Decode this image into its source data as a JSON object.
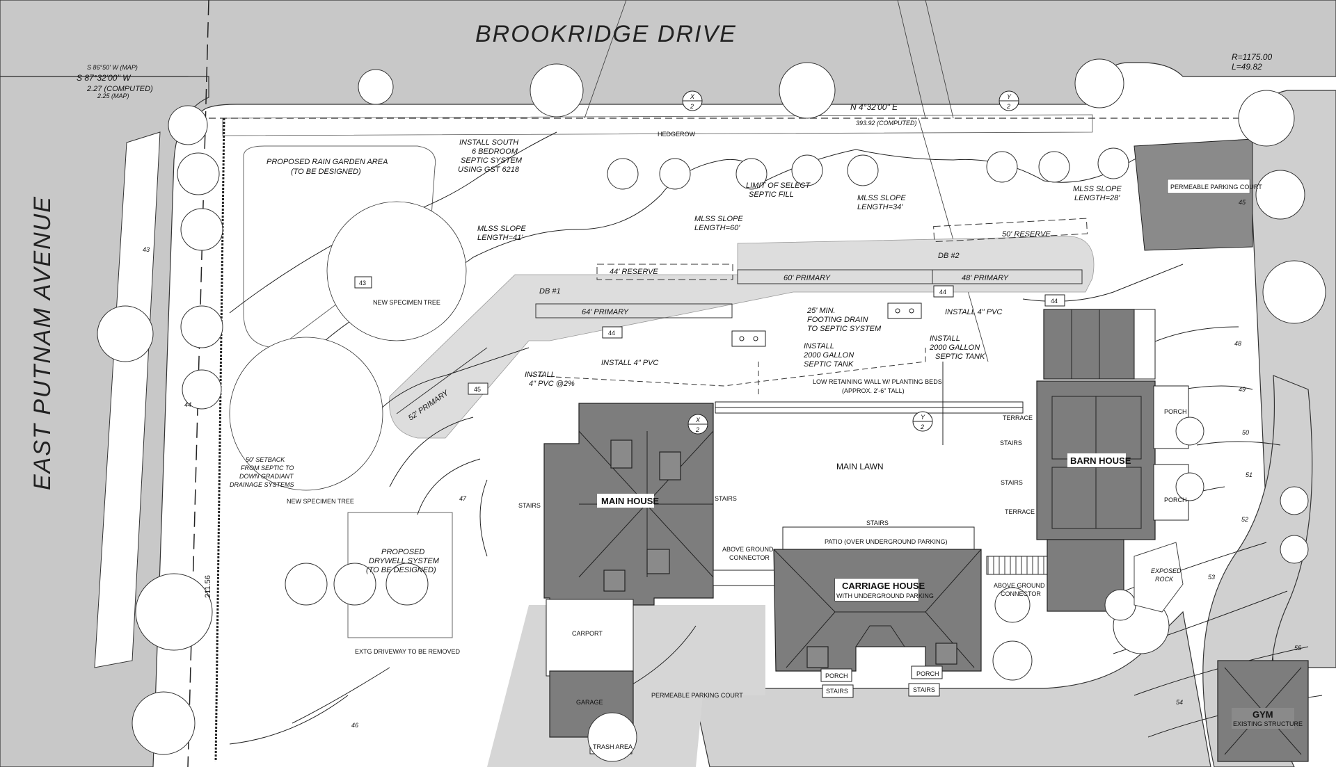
{
  "streets": {
    "north": "BROOKRIDGE DRIVE",
    "west": "EAST PUTNAM AVENUE"
  },
  "survey": {
    "bearing_map": "S 86°50' W (MAP)",
    "bearing_main": "S 87°32'00\" W",
    "dist_computed": "2.27 (COMPUTED)",
    "dist_map": "2.25 (MAP)",
    "north_bearing": "N 4°32'00\" E",
    "north_dist": "393.92 (COMPUTED)",
    "curve_r": "R=1175.00",
    "curve_l": "L=49.82",
    "west_dist": "211.56"
  },
  "labels": {
    "rain_garden_1": "PROPOSED RAIN GARDEN AREA",
    "rain_garden_2": "(TO BE DESIGNED)",
    "septic_1": "INSTALL SOUTH",
    "septic_2": "6 BEDROOM",
    "septic_3": "SEPTIC SYSTEM",
    "septic_4": "USING GST 6218",
    "hedgerow": "HEDGEROW",
    "limit_1": "LIMIT OF SELECT",
    "limit_2": "SEPTIC FILL",
    "mlss41_1": "MLSS SLOPE",
    "mlss41_2": "LENGTH=41'",
    "mlss60_1": "MLSS SLOPE",
    "mlss60_2": "LENGTH=60'",
    "mlss34_1": "MLSS SLOPE",
    "mlss34_2": "LENGTH=34'",
    "mlss28_1": "MLSS SLOPE",
    "mlss28_2": "LENGTH=28'",
    "reserve44": "44'  RESERVE",
    "reserve50": "50'  RESERVE",
    "primary60": "60' PRIMARY",
    "primary48": "48' PRIMARY",
    "primary64": "64' PRIMARY",
    "primary52": "52' PRIMARY",
    "db1": "DB #1",
    "db2": "DB #2",
    "pvc4_a": "INSTALL 4\" PVC",
    "pvc4_b": "INSTALL 4\" PVC",
    "pvc4_c1": "INSTALL",
    "pvc4_c2": "4\" PVC @2%",
    "footing_1": "25' MIN.",
    "footing_2": "FOOTING DRAIN",
    "footing_3": "TO SEPTIC SYSTEM",
    "tank_a1": "INSTALL",
    "tank_a2": "2000 GALLON",
    "tank_a3": "SEPTIC TANK",
    "tank_b1": "INSTALL",
    "tank_b2": "2000 GALLON",
    "tank_b3": "SEPTIC TANK",
    "wall_1": "LOW RETAINING WALL W/ PLANTING BEDS",
    "wall_2": "(APPROX. 2'-6\" TALL)",
    "specimen_1": "NEW SPECIMEN TREE",
    "specimen_2": "NEW SPECIMEN TREE",
    "setback_1": "50' SETBACK",
    "setback_2": "FROM SEPTIC TO",
    "setback_3": "DOWN GRADIANT",
    "setback_4": "DRAINAGE SYSTEMS",
    "drywell_1": "PROPOSED",
    "drywell_2": "DRYWELL SYSTEM",
    "drywell_3": "(TO BE DESIGNED)",
    "driveway": "EXTG DRIVEWAY TO BE REMOVED",
    "main_lawn": "MAIN LAWN",
    "main_house": "MAIN HOUSE",
    "barn_house": "BARN HOUSE",
    "carriage_1": "CARRIAGE HOUSE",
    "carriage_2": "WITH UNDERGROUND PARKING",
    "patio": "PATIO (OVER UNDERGROUND PARKING)",
    "connector_a1": "ABOVE GROUND",
    "connector_a2": "CONNECTOR",
    "connector_b1": "ABOVE GROUND",
    "connector_b2": "CONNECTOR",
    "stairs": "STAIRS",
    "terrace": "TERRACE",
    "porch": "PORCH",
    "carport": "CARPORT",
    "garage": "GARAGE",
    "trash": "TRASH AREA",
    "permeable_1": "PERMEABLE PARKING COURT",
    "permeable_2": "PERMEABLE PARKING COURT",
    "exposed_1": "EXPOSED",
    "exposed_2": "ROCK",
    "gym_1": "GYM",
    "gym_2": "EXISTING STRUCTURE"
  },
  "sections": {
    "x": "X",
    "y": "Y",
    "sheet": "2"
  },
  "tags": {
    "t43": "43",
    "t44a": "44",
    "t44b": "44",
    "t44c": "44",
    "t45": "45"
  },
  "contours": [
    "43",
    "44",
    "45",
    "46",
    "47",
    "48",
    "49",
    "50",
    "51",
    "52",
    "53",
    "54",
    "55"
  ]
}
